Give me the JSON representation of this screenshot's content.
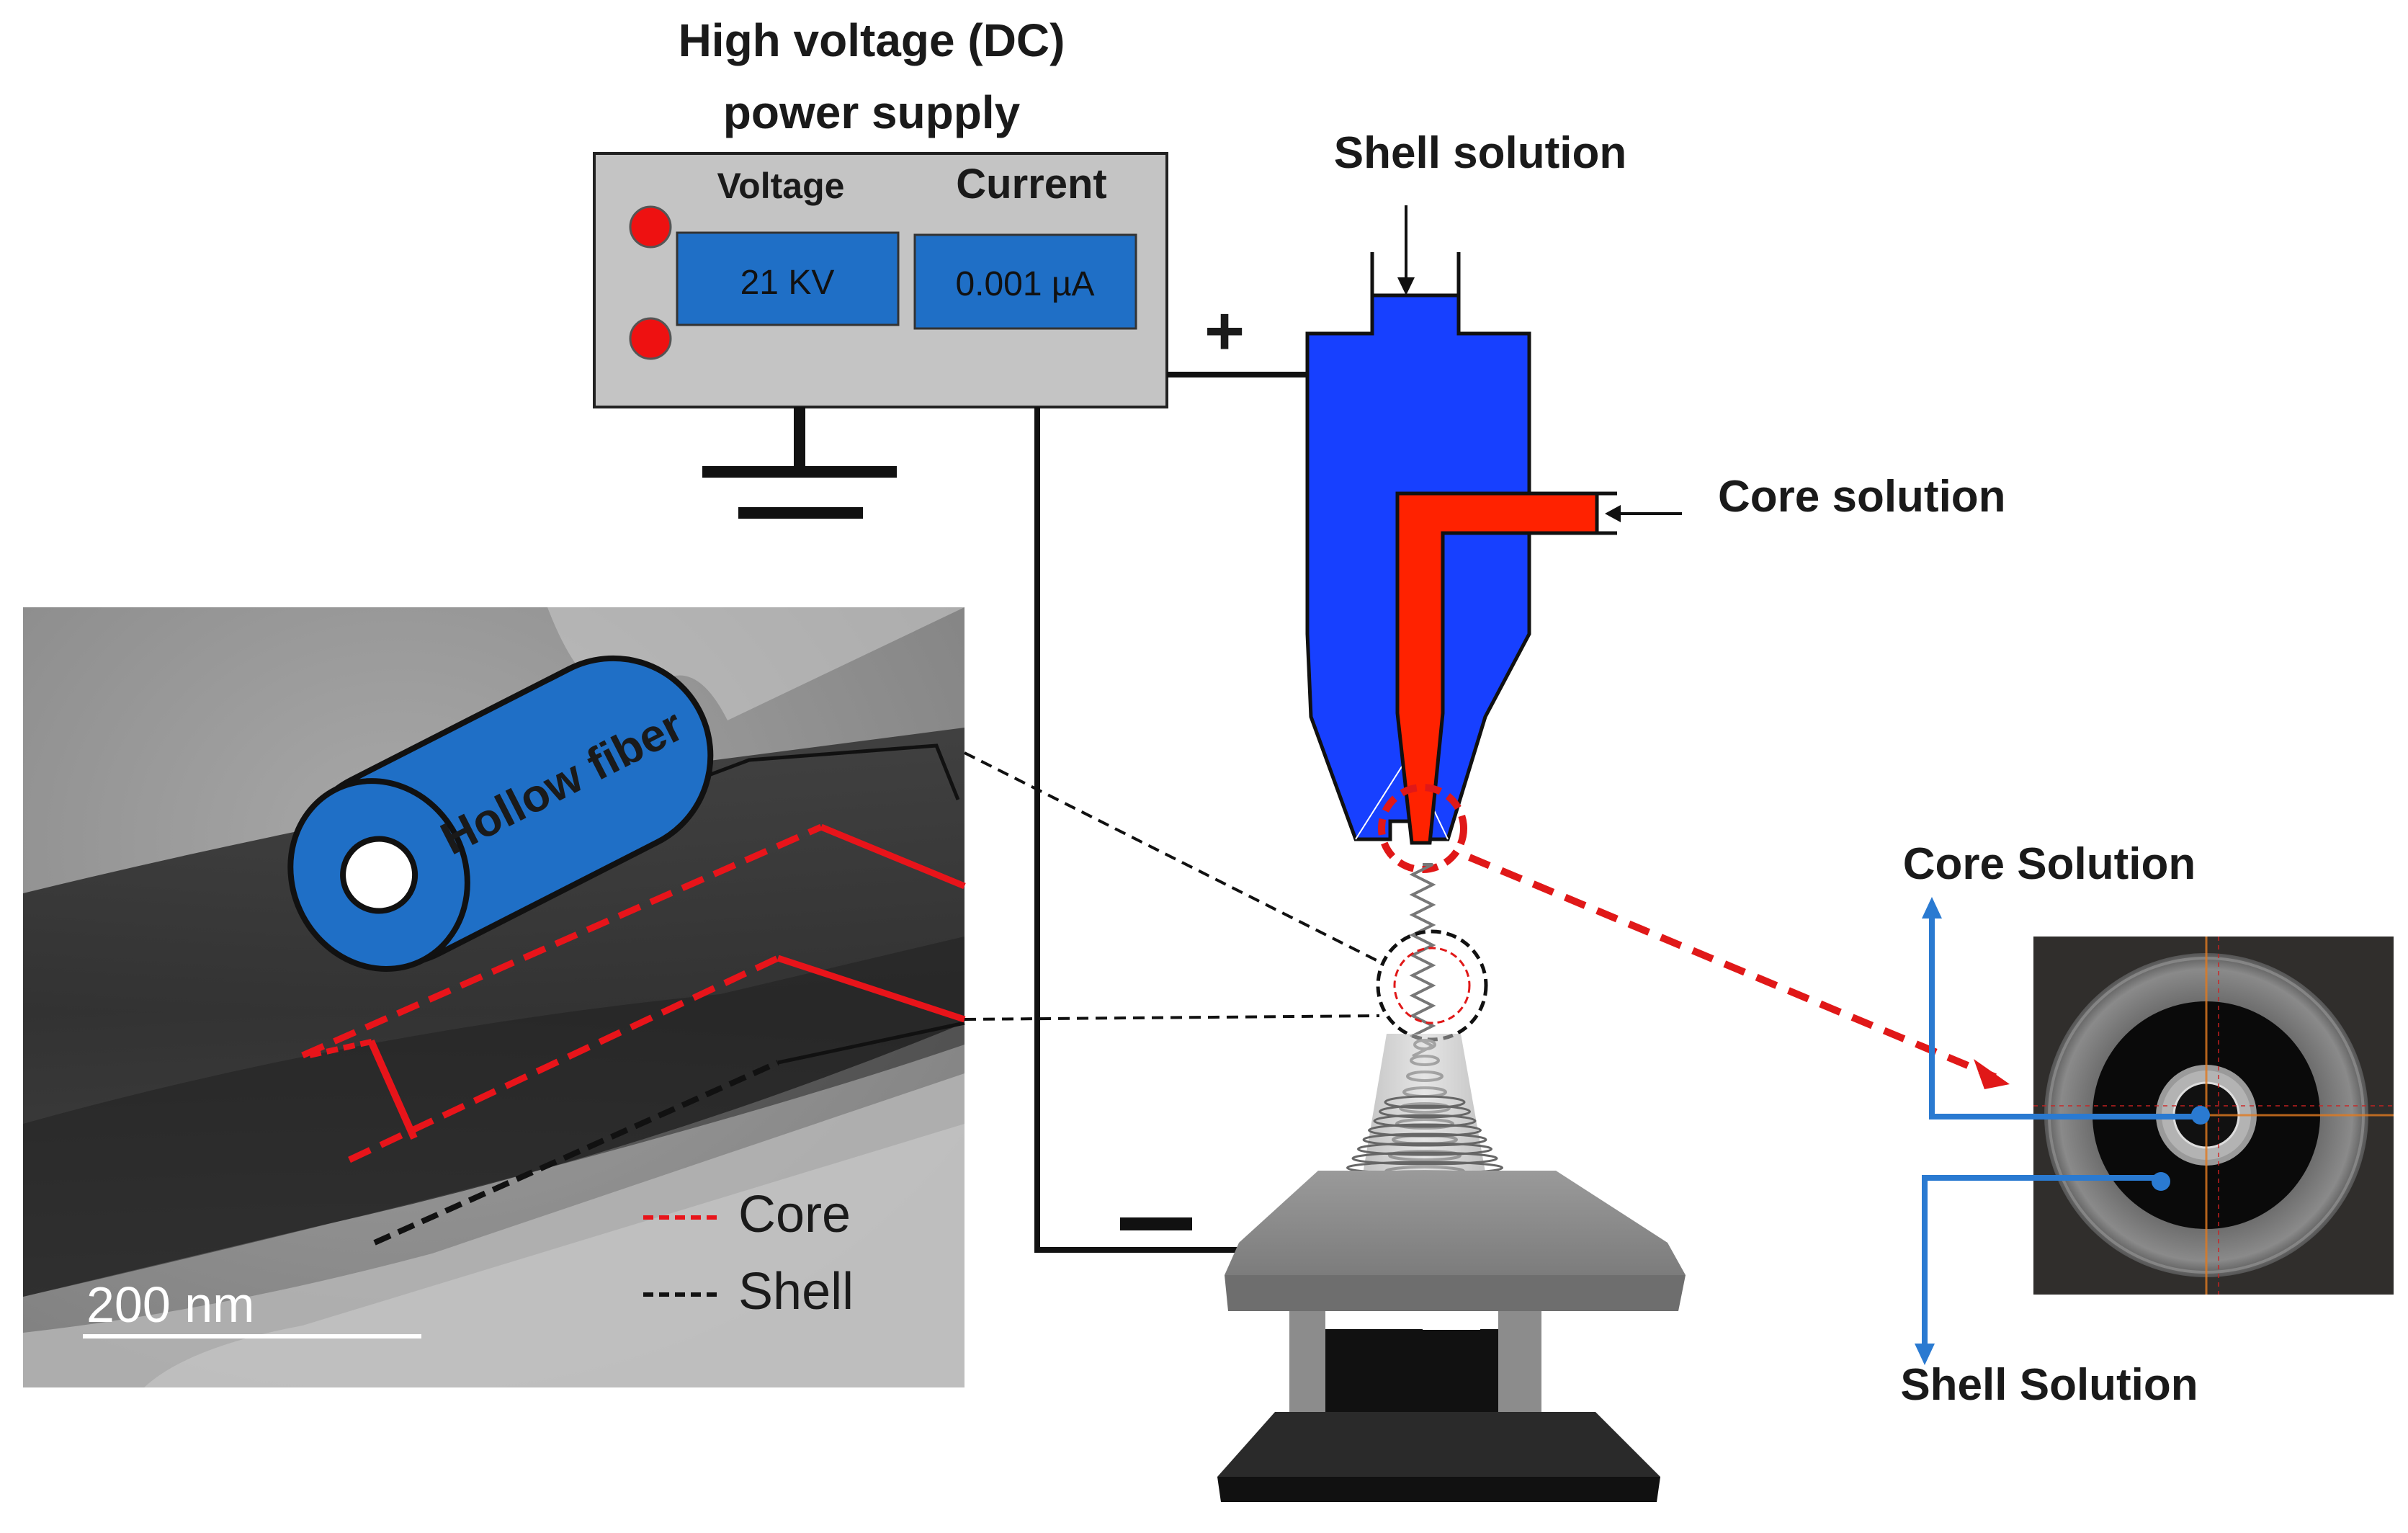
{
  "power_supply": {
    "title_line1": "High voltage (DC)",
    "title_line2": "power supply",
    "voltage_label": "Voltage",
    "current_label": "Current",
    "voltage_value": "21 KV",
    "current_value": "0.001 µA",
    "positive_sign": "+",
    "negative_sign": "−"
  },
  "nozzle": {
    "shell_solution_label": "Shell solution",
    "core_solution_label": "Core solution"
  },
  "tem": {
    "fiber_label": "Hollow fiber",
    "scale_bar": "200 nm",
    "legend_core": "Core",
    "legend_shell": "Shell",
    "legend_dash": "----"
  },
  "cross_section": {
    "core_label": "Core Solution",
    "shell_label": "Shell Solution"
  },
  "colors": {
    "shell_blue": "#1740ff",
    "core_red": "#ff2200",
    "display_blue": "#1f6fc6",
    "panel_gray": "#c4c4c4",
    "arrow_blue": "#2a7ad1",
    "legend_red": "#e8141a"
  }
}
